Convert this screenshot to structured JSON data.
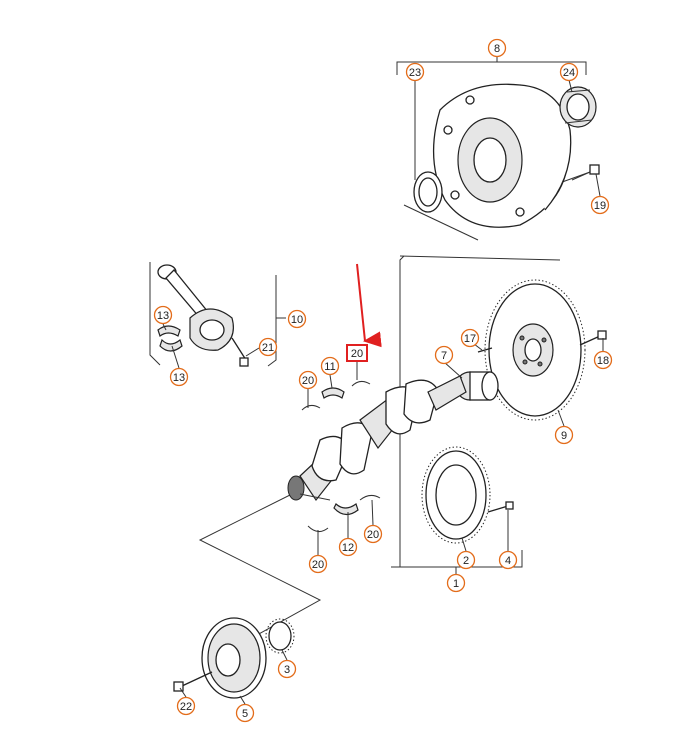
{
  "diagram": {
    "callouts": [
      {
        "id": "c8",
        "label": "8"
      },
      {
        "id": "c23",
        "label": "23"
      },
      {
        "id": "c24",
        "label": "24"
      },
      {
        "id": "c19",
        "label": "19"
      },
      {
        "id": "c10",
        "label": "10"
      },
      {
        "id": "c13a",
        "label": "13"
      },
      {
        "id": "c13b",
        "label": "13"
      },
      {
        "id": "c21",
        "label": "21"
      },
      {
        "id": "c17",
        "label": "17"
      },
      {
        "id": "c7",
        "label": "7"
      },
      {
        "id": "c18",
        "label": "18"
      },
      {
        "id": "c9",
        "label": "9"
      },
      {
        "id": "c11",
        "label": "11"
      },
      {
        "id": "c20a",
        "label": "20"
      },
      {
        "id": "c20b",
        "label": "20"
      },
      {
        "id": "c20c",
        "label": "20"
      },
      {
        "id": "c12",
        "label": "12"
      },
      {
        "id": "c2",
        "label": "2"
      },
      {
        "id": "c4",
        "label": "4"
      },
      {
        "id": "c1",
        "label": "1"
      },
      {
        "id": "c3",
        "label": "3"
      },
      {
        "id": "c22",
        "label": "22"
      },
      {
        "id": "c5",
        "label": "5"
      }
    ],
    "highlight": {
      "label": "20",
      "border_color": "#e02020",
      "arrow_color": "#e02020"
    },
    "callout_color": "#e36c1a"
  }
}
